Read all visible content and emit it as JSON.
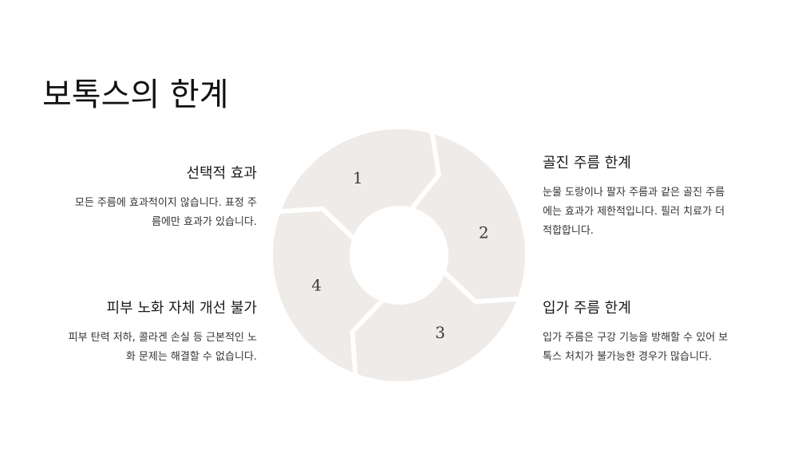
{
  "title": "보톡스의 한계",
  "colors": {
    "segment_fill": "#eeebe8",
    "segment_gap": "#ffffff",
    "text": "#1a1a1a"
  },
  "cycle": {
    "segments": [
      {
        "number": "1"
      },
      {
        "number": "2"
      },
      {
        "number": "3"
      },
      {
        "number": "4"
      }
    ]
  },
  "blocks": {
    "b1": {
      "heading": "선택적 효과",
      "lines": [
        "모든 주름에 효과적이지 않습니다. 표정 주",
        "름에만 효과가 있습니다."
      ]
    },
    "b2": {
      "heading": "골진 주름 한계",
      "lines": [
        "눈물 도랑이나 팔자 주름과 같은 골진 주름",
        "에는 효과가 제한적입니다. 필러 치료가 더",
        "적합합니다."
      ]
    },
    "b3": {
      "heading": "입가 주름 한계",
      "lines": [
        "입가 주름은 구강 기능을 방해할 수 있어 보",
        "톡스 처치가 불가능한 경우가 많습니다."
      ]
    },
    "b4": {
      "heading": "피부 노화 자체 개선 불가",
      "lines": [
        "피부 탄력 저하, 콜라겐 손실 등 근본적인 노",
        "화 문제는 해결할 수 없습니다."
      ]
    }
  }
}
